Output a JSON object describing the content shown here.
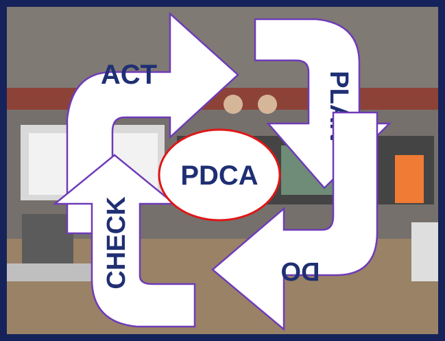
{
  "diagram": {
    "title": "PDCA",
    "stages": {
      "act": "ACT",
      "plan": "PLAN",
      "do": "DO",
      "check": "CHECK"
    },
    "colors": {
      "frame": "#16235a",
      "arrow_fill": "#ffffff",
      "arrow_stroke": "#6f3bb8",
      "text": "#1f2f73",
      "center_stroke": "#e01616"
    }
  }
}
